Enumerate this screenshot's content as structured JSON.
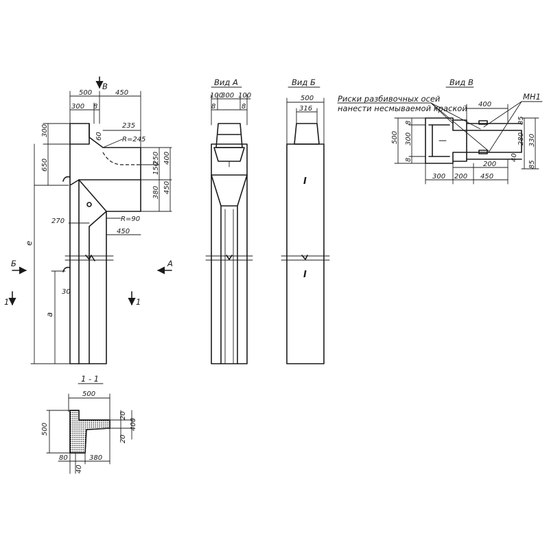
{
  "views": {
    "view_a": "Вид А",
    "view_b": "Вид Б",
    "view_v": "Вид В",
    "section": "1 - 1"
  },
  "markers": {
    "arrow_v": "В",
    "arrow_b": "Б",
    "arrow_a": "А",
    "cut_left": "1",
    "cut_right": "1",
    "mark_i_top": "I",
    "mark_i_bottom": "I"
  },
  "notes": {
    "line1": "Риски разбивочных осей",
    "line2": "нанести несмываемой краской",
    "mn1": "МН1"
  },
  "main": {
    "w500": "500",
    "w300": "300",
    "w8": "8",
    "w450": "450",
    "h300": "300",
    "h650": "650",
    "e": "е",
    "a": "а",
    "d235": "235",
    "r245": "R=245",
    "d60": "60",
    "d250": "250",
    "d400": "400",
    "d150": "150",
    "d380": "380",
    "d450v": "450",
    "d270": "270",
    "r90": "R=90",
    "d450b": "450",
    "d30": "30"
  },
  "view_a_dims": {
    "d100a": "100",
    "d300": "300",
    "d100b": "100",
    "d8a": "8",
    "d8b": "8"
  },
  "view_b_dims": {
    "d500": "500",
    "d316": "316"
  },
  "view_v_dims": {
    "d400": "400",
    "d500": "500",
    "d300": "300",
    "d8a": "8",
    "d8b": "8",
    "d85a": "85",
    "d280": "280",
    "d330": "330",
    "d40": "40",
    "d85b": "85",
    "d200a": "200",
    "d300b": "300",
    "d200b": "200",
    "d450": "450"
  },
  "section_dims": {
    "d500w": "500",
    "d500h": "500",
    "d20a": "20",
    "d20b": "20",
    "d400": "400",
    "d80": "80",
    "d380": "380",
    "d40": "40"
  }
}
